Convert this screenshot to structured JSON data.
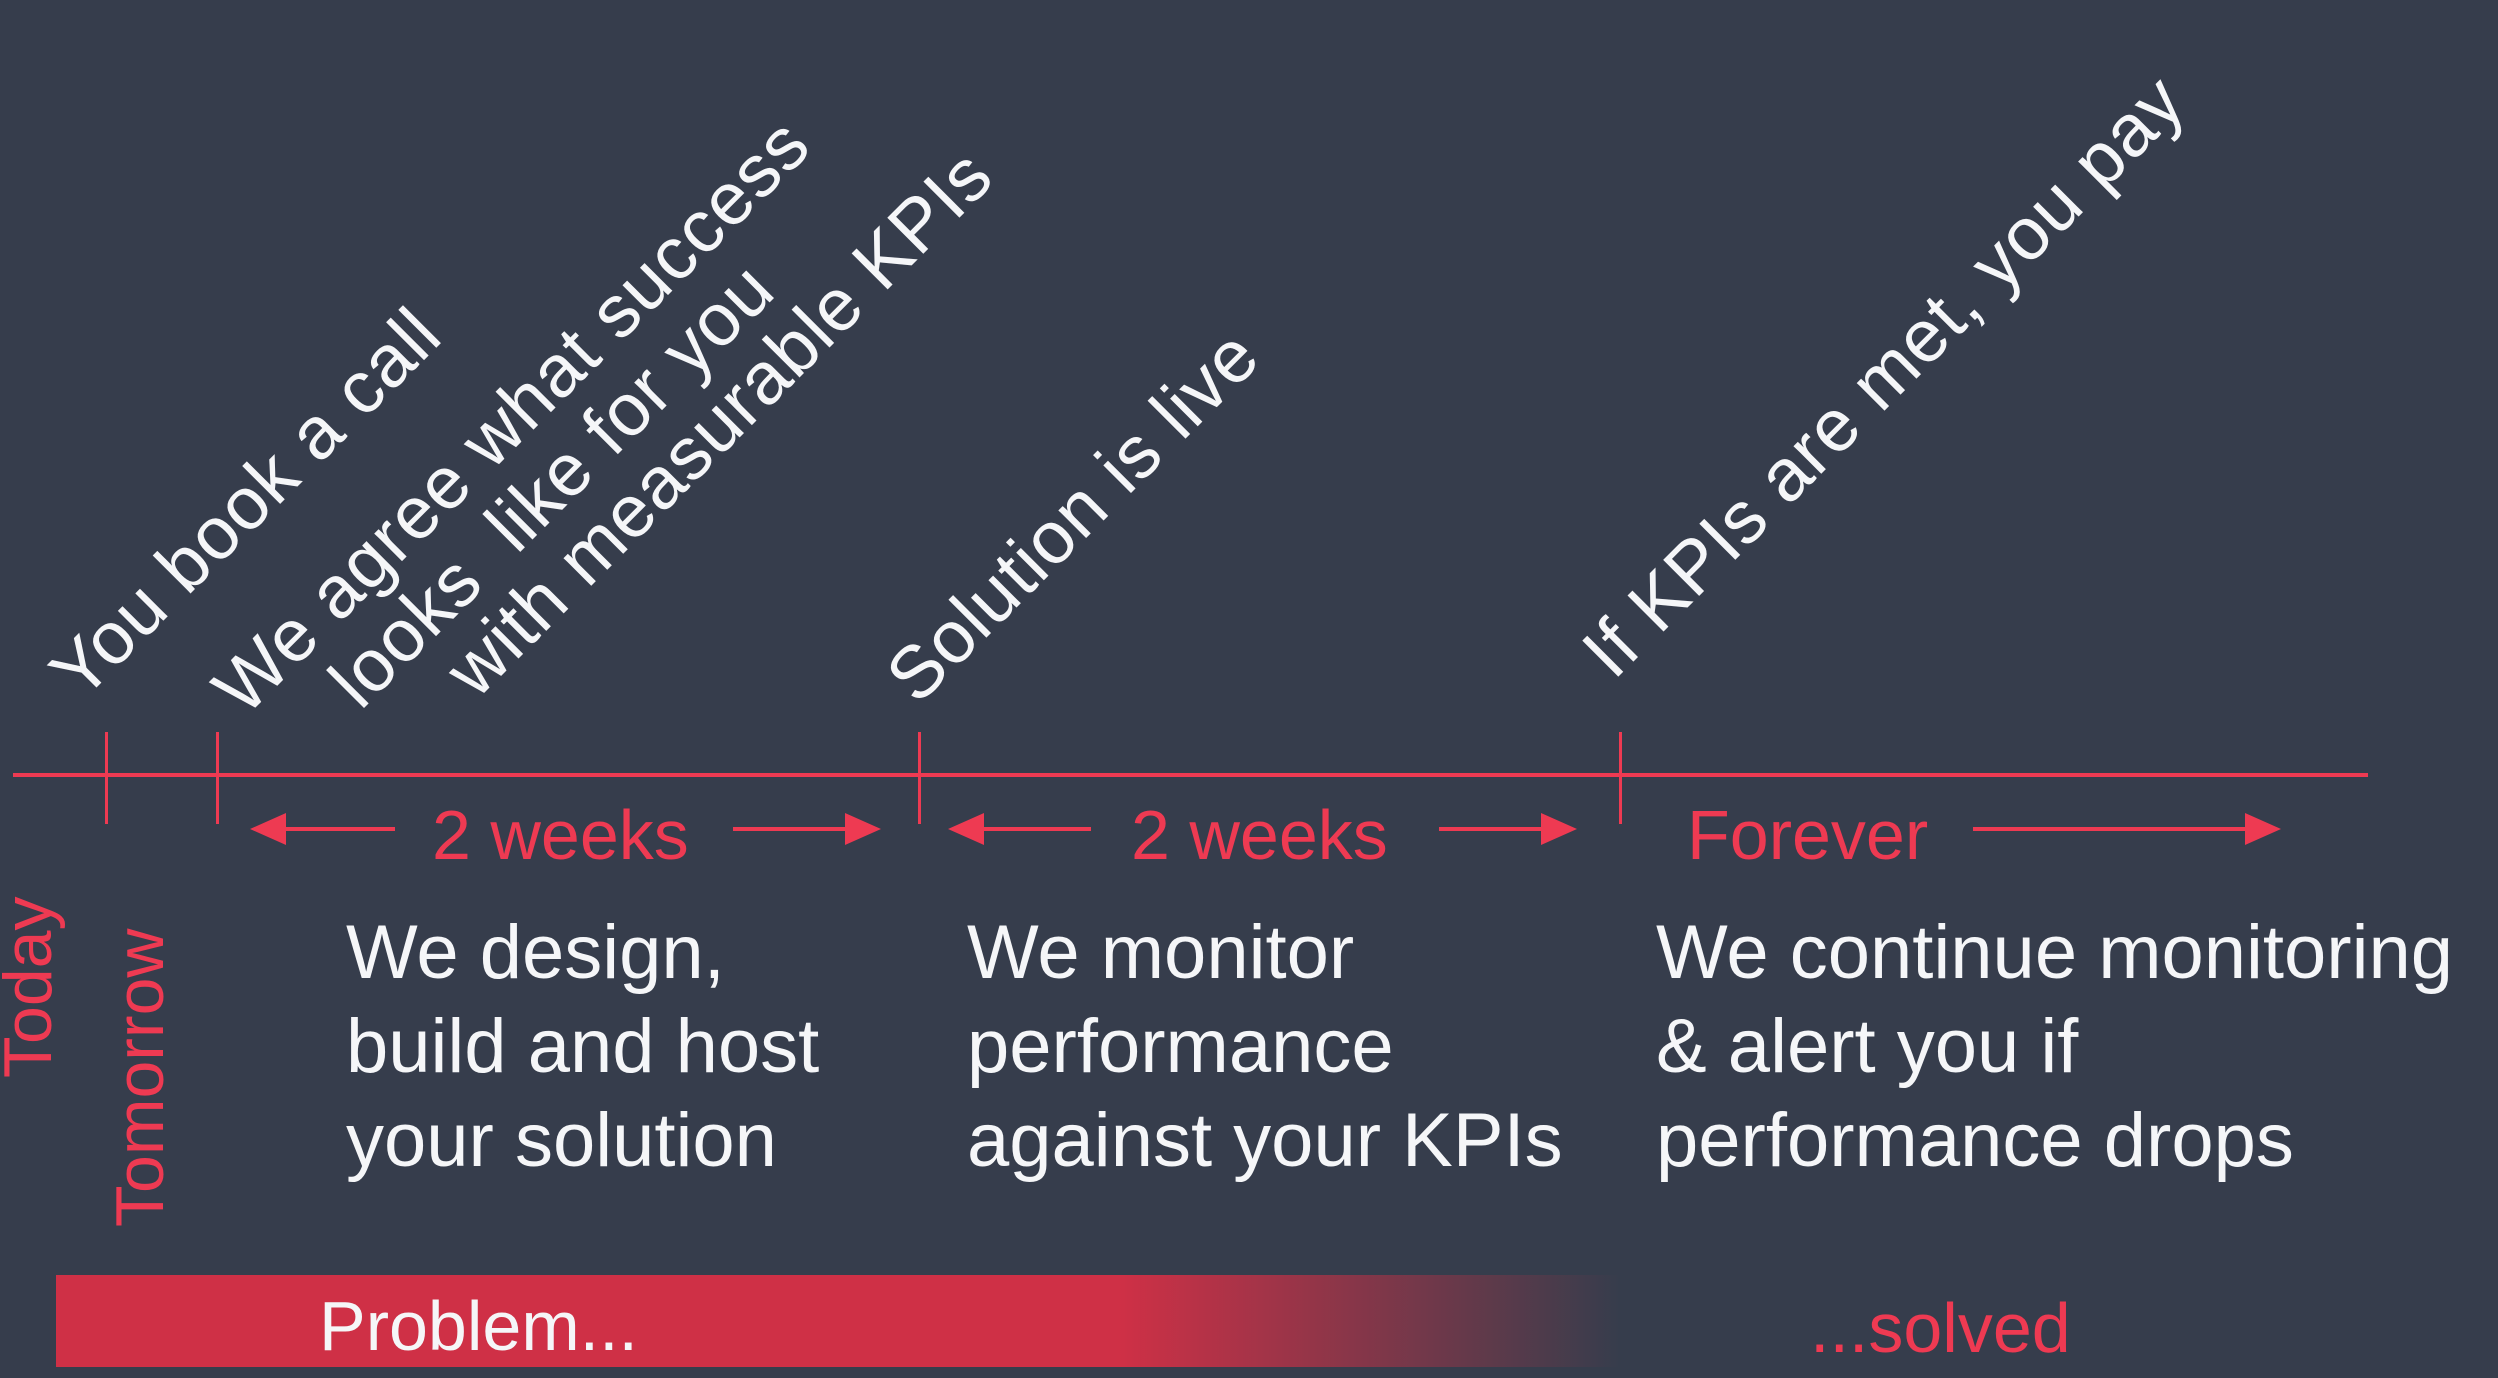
{
  "colors": {
    "background": "#363d4c",
    "accent_red": "#ee3a52",
    "bar_red": "#cf3046",
    "text_white": "#f5f6f8"
  },
  "milestones": [
    {
      "label": "You book a call"
    },
    {
      "label": "We agree what success"
    },
    {
      "label": "looks  like for you"
    },
    {
      "label": "with measurable KPIs"
    },
    {
      "label": "Solution is live"
    },
    {
      "label": "If KPIs are met, you pay"
    }
  ],
  "axis": {
    "today": "Today",
    "tomorrow": "Tomorrow"
  },
  "durations": [
    {
      "label": "2 weeks"
    },
    {
      "label": "2 weeks"
    },
    {
      "label": "Forever"
    }
  ],
  "phases": [
    {
      "lines": [
        "We design,",
        "build and host",
        "your solution"
      ]
    },
    {
      "lines": [
        "We monitor",
        "performance",
        "against your KPIs"
      ]
    },
    {
      "lines": [
        "We continue monitoring",
        "& alert you if",
        "performance drops"
      ]
    }
  ],
  "footer": {
    "problem": "Problem...",
    "solved": "...solved"
  }
}
